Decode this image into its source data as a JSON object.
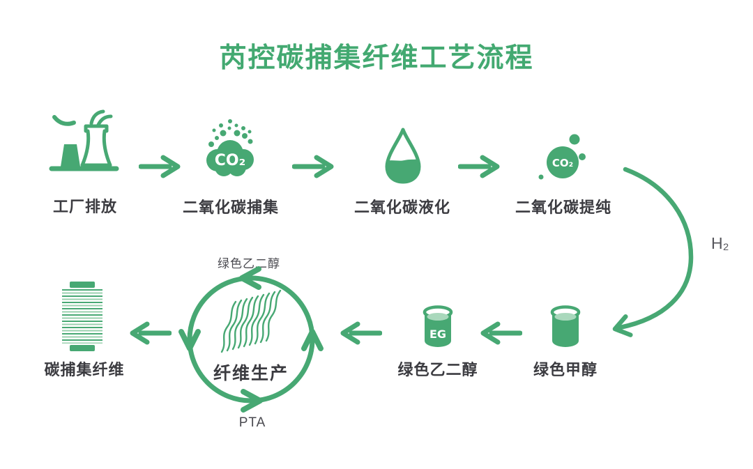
{
  "title": "芮控碳捕集纤维工艺流程",
  "colors": {
    "primary_green": "#47A873",
    "light_green": "#A9D8BC",
    "stripe_green": "#9BD1AF",
    "text_dark": "#3B3B40",
    "text_gray": "#56565C"
  },
  "top_flow": {
    "stages": [
      {
        "name": "factory-emission",
        "label": "工厂排放"
      },
      {
        "name": "co2-capture",
        "label": "二氧化碳捕集",
        "icon_text": "CO₂"
      },
      {
        "name": "co2-liquefaction",
        "label": "二氧化碳液化"
      },
      {
        "name": "co2-purification",
        "label": "二氧化碳提纯",
        "icon_text": "CO₂"
      }
    ]
  },
  "h2_input": {
    "label": "H₂"
  },
  "bottom_flow": {
    "stages": [
      {
        "name": "green-methanol",
        "label": "绿色甲醇"
      },
      {
        "name": "green-ethylene-glycol",
        "label": "绿色乙二醇",
        "icon_text": "EG"
      },
      {
        "name": "fiber-production",
        "label": "纤维生产",
        "top_input": "绿色乙二醇",
        "bottom_input": "PTA"
      },
      {
        "name": "carbon-capture-fiber",
        "label": "碳捕集纤维"
      }
    ]
  }
}
